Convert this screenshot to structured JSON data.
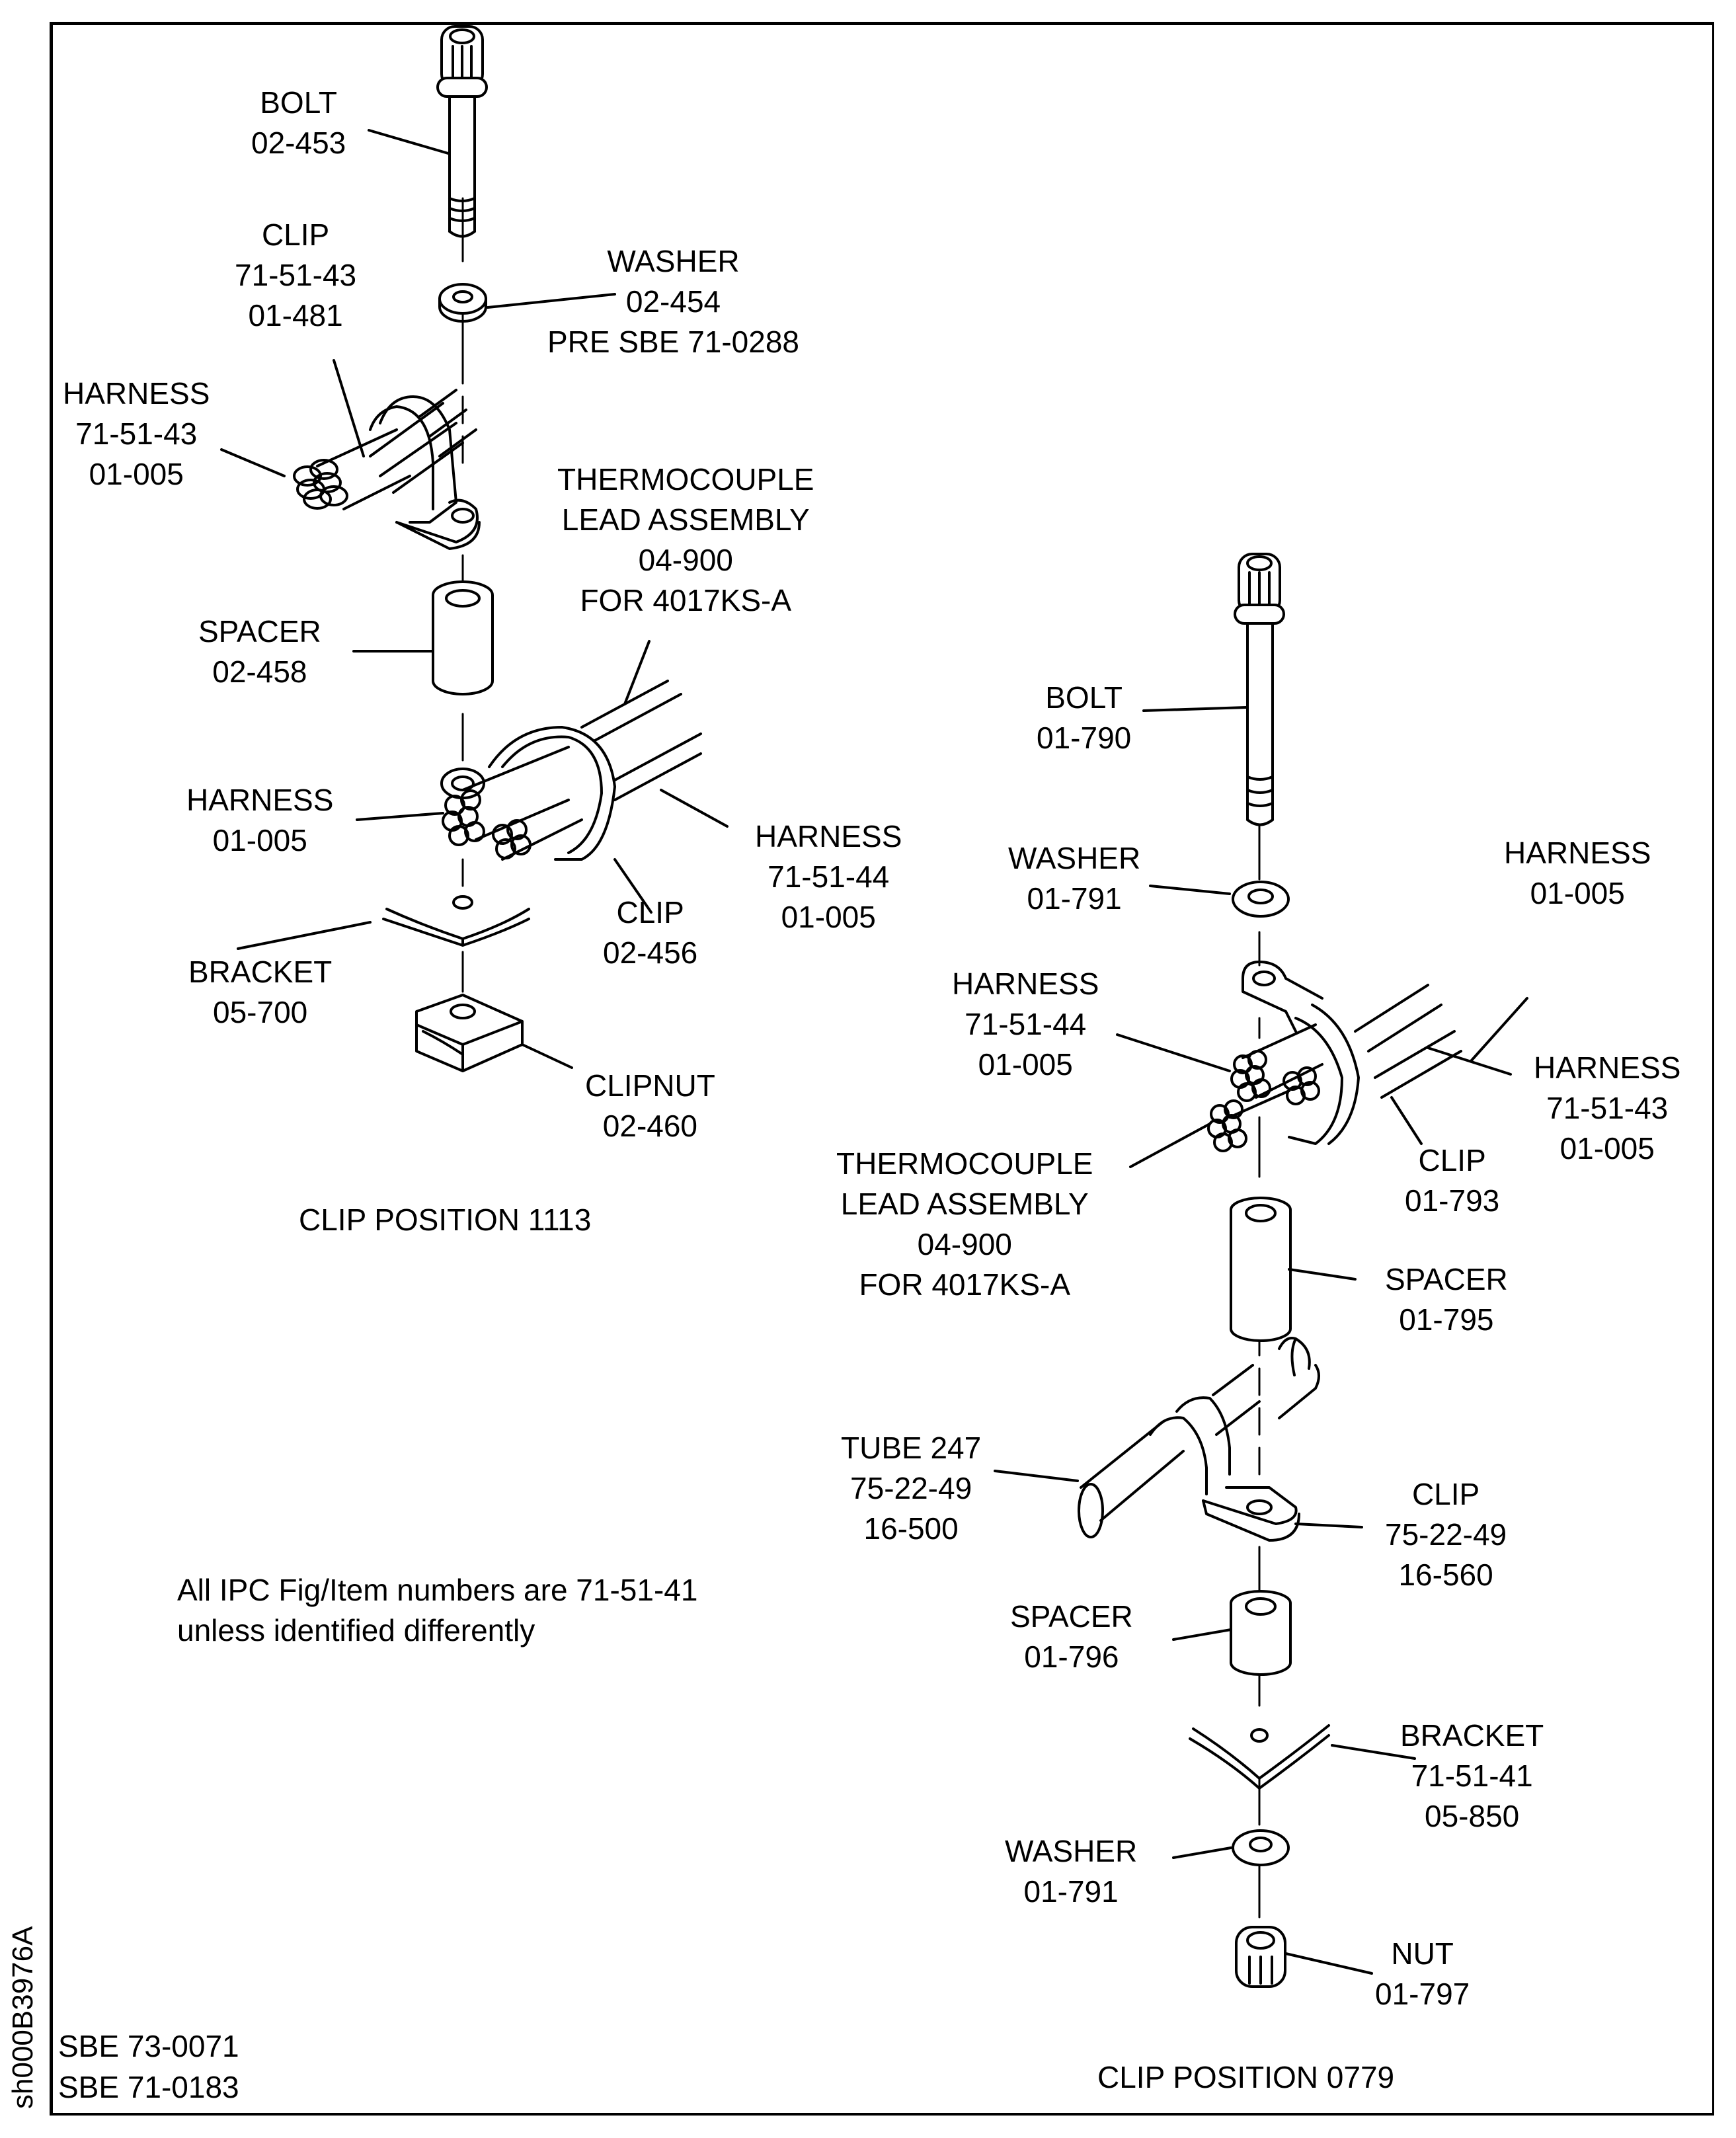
{
  "drawing_id": "sh000B3976A",
  "service_bulletins": [
    "SBE 73-0071",
    "SBE 71-0183"
  ],
  "note": [
    "All IPC Fig/Item numbers are 71-51-41",
    "unless identified differently"
  ],
  "left_assembly": {
    "caption": "CLIP POSITION 1113",
    "callouts": [
      {
        "id": "bolt",
        "lines": [
          "BOLT",
          "02-453"
        ]
      },
      {
        "id": "clip-upper",
        "lines": [
          "CLIP",
          "71-51-43",
          "01-481"
        ]
      },
      {
        "id": "washer",
        "lines": [
          "WASHER",
          "02-454",
          "PRE SBE 71-0288"
        ]
      },
      {
        "id": "harness-upper",
        "lines": [
          "HARNESS",
          "71-51-43",
          "01-005"
        ]
      },
      {
        "id": "thermocouple",
        "lines": [
          "THERMOCOUPLE",
          "LEAD ASSEMBLY",
          "04-900",
          "FOR 4017KS-A"
        ]
      },
      {
        "id": "spacer",
        "lines": [
          "SPACER",
          "02-458"
        ]
      },
      {
        "id": "harness-left",
        "lines": [
          "HARNESS",
          "01-005"
        ]
      },
      {
        "id": "harness-right",
        "lines": [
          "HARNESS",
          "71-51-44",
          "01-005"
        ]
      },
      {
        "id": "clip-lower",
        "lines": [
          "CLIP",
          "02-456"
        ]
      },
      {
        "id": "bracket",
        "lines": [
          "BRACKET",
          "05-700"
        ]
      },
      {
        "id": "clipnut",
        "lines": [
          "CLIPNUT",
          "02-460"
        ]
      }
    ]
  },
  "right_assembly": {
    "caption": "CLIP POSITION 0779",
    "callouts": [
      {
        "id": "bolt",
        "lines": [
          "BOLT",
          "01-790"
        ]
      },
      {
        "id": "washer-upper",
        "lines": [
          "WASHER",
          "01-791"
        ]
      },
      {
        "id": "harness-top",
        "lines": [
          "HARNESS",
          "01-005"
        ]
      },
      {
        "id": "harness-left",
        "lines": [
          "HARNESS",
          "71-51-44",
          "01-005"
        ]
      },
      {
        "id": "harness-right",
        "lines": [
          "HARNESS",
          "71-51-43",
          "01-005"
        ]
      },
      {
        "id": "clip",
        "lines": [
          "CLIP",
          "01-793"
        ]
      },
      {
        "id": "thermocouple",
        "lines": [
          "THERMOCOUPLE",
          "LEAD ASSEMBLY",
          "04-900",
          "FOR 4017KS-A"
        ]
      },
      {
        "id": "spacer-upper",
        "lines": [
          "SPACER",
          "01-795"
        ]
      },
      {
        "id": "tube",
        "lines": [
          "TUBE 247",
          "75-22-49",
          "16-500"
        ]
      },
      {
        "id": "tube-clip",
        "lines": [
          "CLIP",
          "75-22-49",
          "16-560"
        ]
      },
      {
        "id": "spacer-lower",
        "lines": [
          "SPACER",
          "01-796"
        ]
      },
      {
        "id": "bracket",
        "lines": [
          "BRACKET",
          "71-51-41",
          "05-850"
        ]
      },
      {
        "id": "washer-lower",
        "lines": [
          "WASHER",
          "01-791"
        ]
      },
      {
        "id": "nut",
        "lines": [
          "NUT",
          "01-797"
        ]
      }
    ]
  }
}
